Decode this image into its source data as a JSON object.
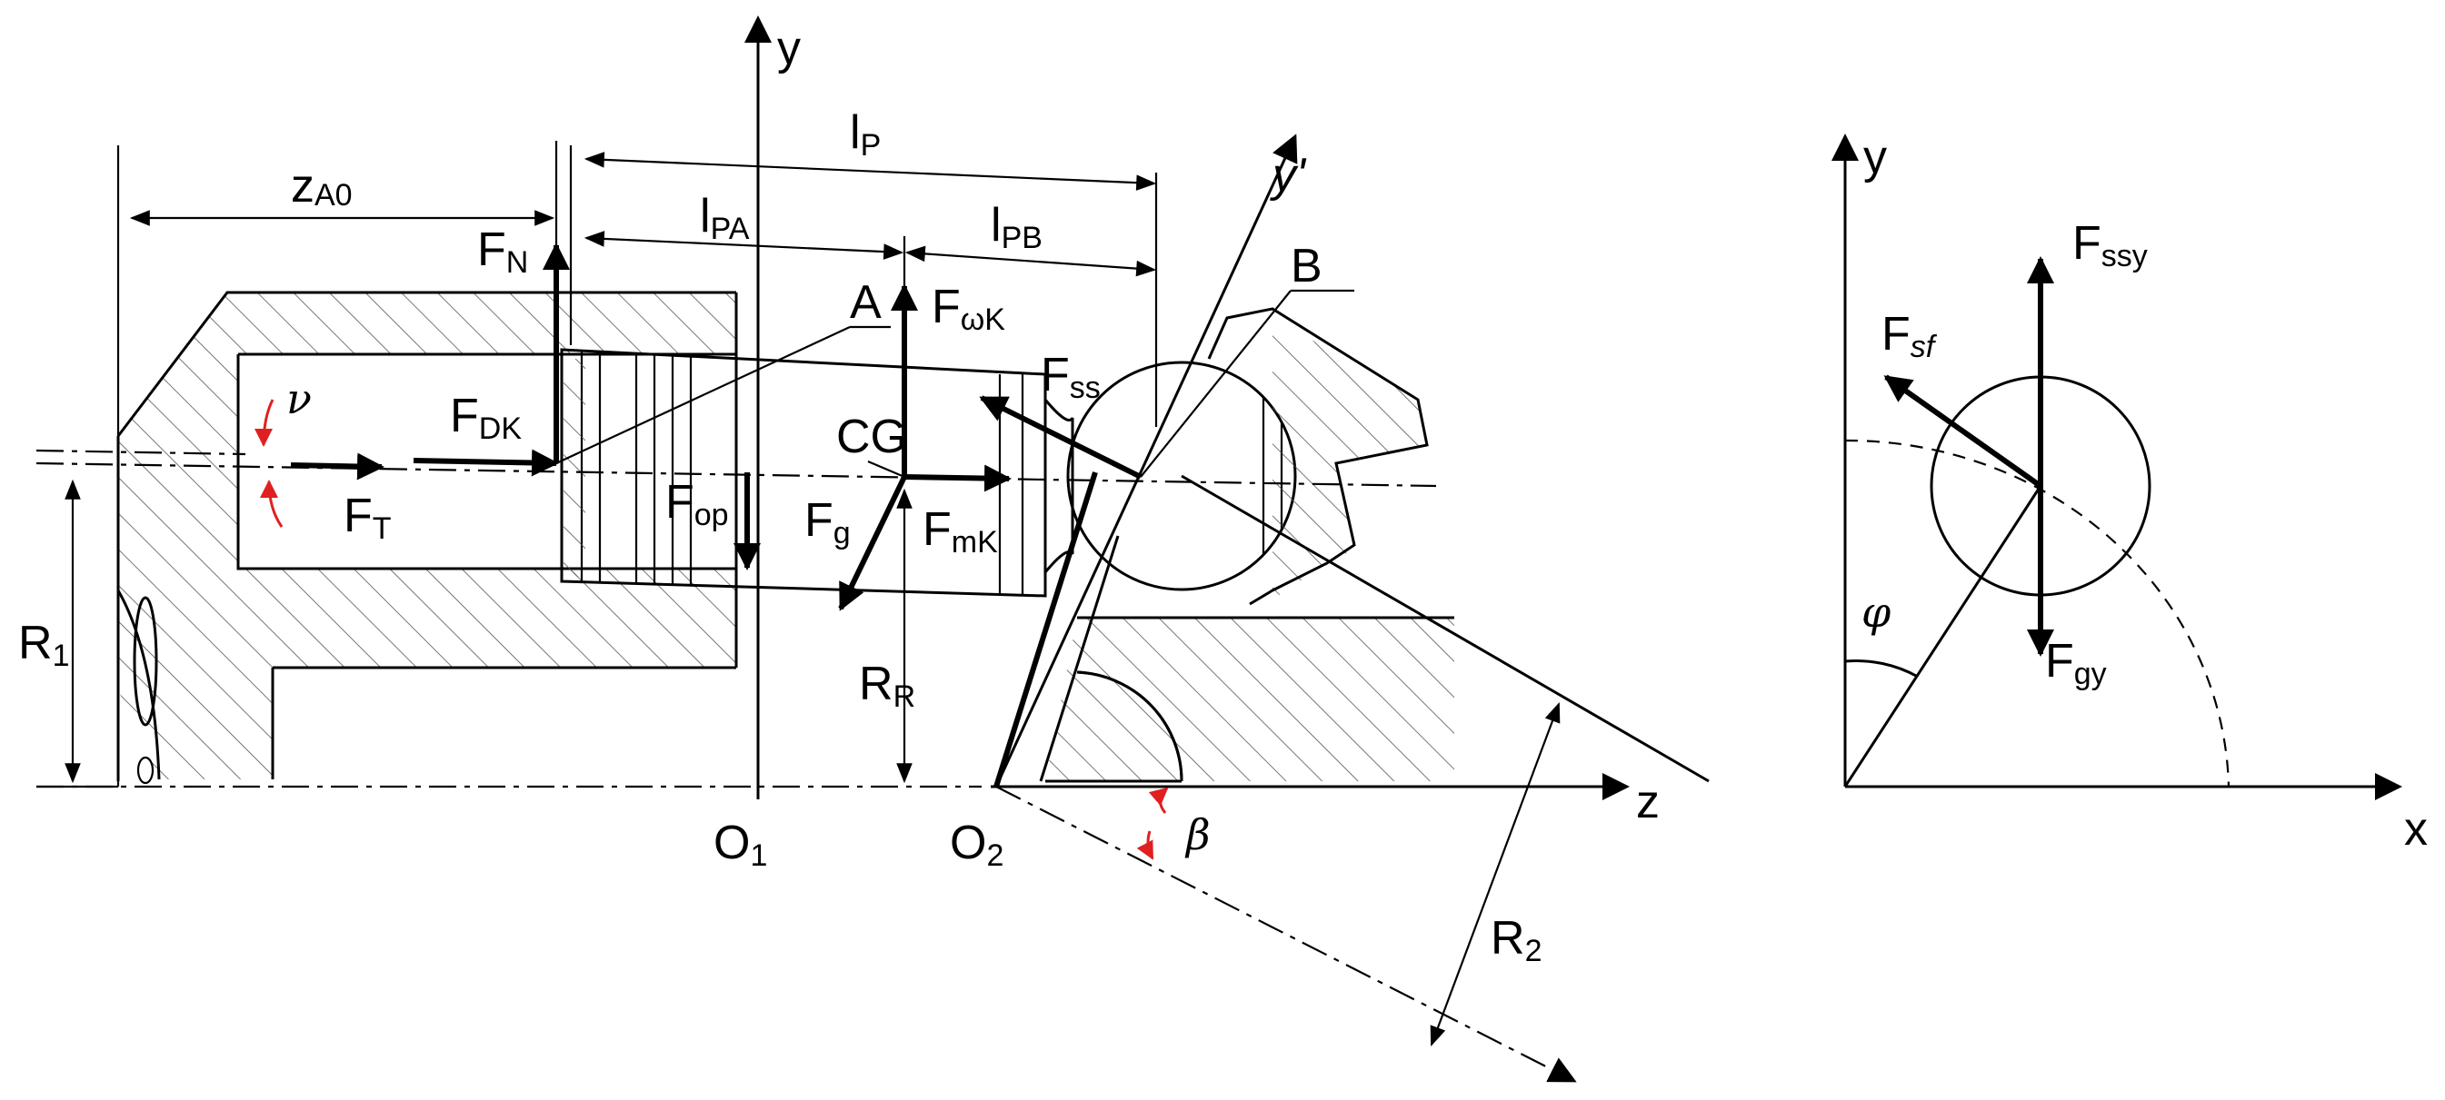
{
  "labels": {
    "y_axis": "y",
    "y_prime": "y'",
    "z_axis": "z",
    "x_axis": "x",
    "y_axis_right": "y",
    "zA0": {
      "main": "z",
      "sub": "A0"
    },
    "lP": {
      "main": "l",
      "sub": "P"
    },
    "lPA": {
      "main": "l",
      "sub": "PA"
    },
    "lPB": {
      "main": "l",
      "sub": "PB"
    },
    "FN": {
      "main": "F",
      "sub": "N"
    },
    "FDK": {
      "main": "F",
      "sub": "DK"
    },
    "FT": {
      "main": "F",
      "sub": "T"
    },
    "Fop": {
      "main": "F",
      "sub": "op"
    },
    "FomegaK": {
      "main": "F",
      "sub": "ωK"
    },
    "Fss": {
      "main": "F",
      "sub": "ss"
    },
    "Fg": {
      "main": "F",
      "sub": "g"
    },
    "FmK": {
      "main": "F",
      "sub": "mK"
    },
    "Fssy": {
      "main": "F",
      "sub": "ssy"
    },
    "Fsf": {
      "main": "F",
      "sub": "sf"
    },
    "Fgy": {
      "main": "F",
      "sub": "gy"
    },
    "A": "A",
    "B": "B",
    "CG": "CG",
    "nu": "ν",
    "beta": "β",
    "phi": "φ",
    "R1": {
      "main": "R",
      "sub": "1"
    },
    "R2": {
      "main": "R",
      "sub": "2"
    },
    "RR": {
      "main": "R",
      "sub": "R"
    },
    "O1": {
      "main": "O",
      "sub": "1"
    },
    "O2": {
      "main": "O",
      "sub": "2"
    }
  },
  "colors": {
    "line": "#000000",
    "angle_marker": "#e02020",
    "hatch": "#555555"
  }
}
